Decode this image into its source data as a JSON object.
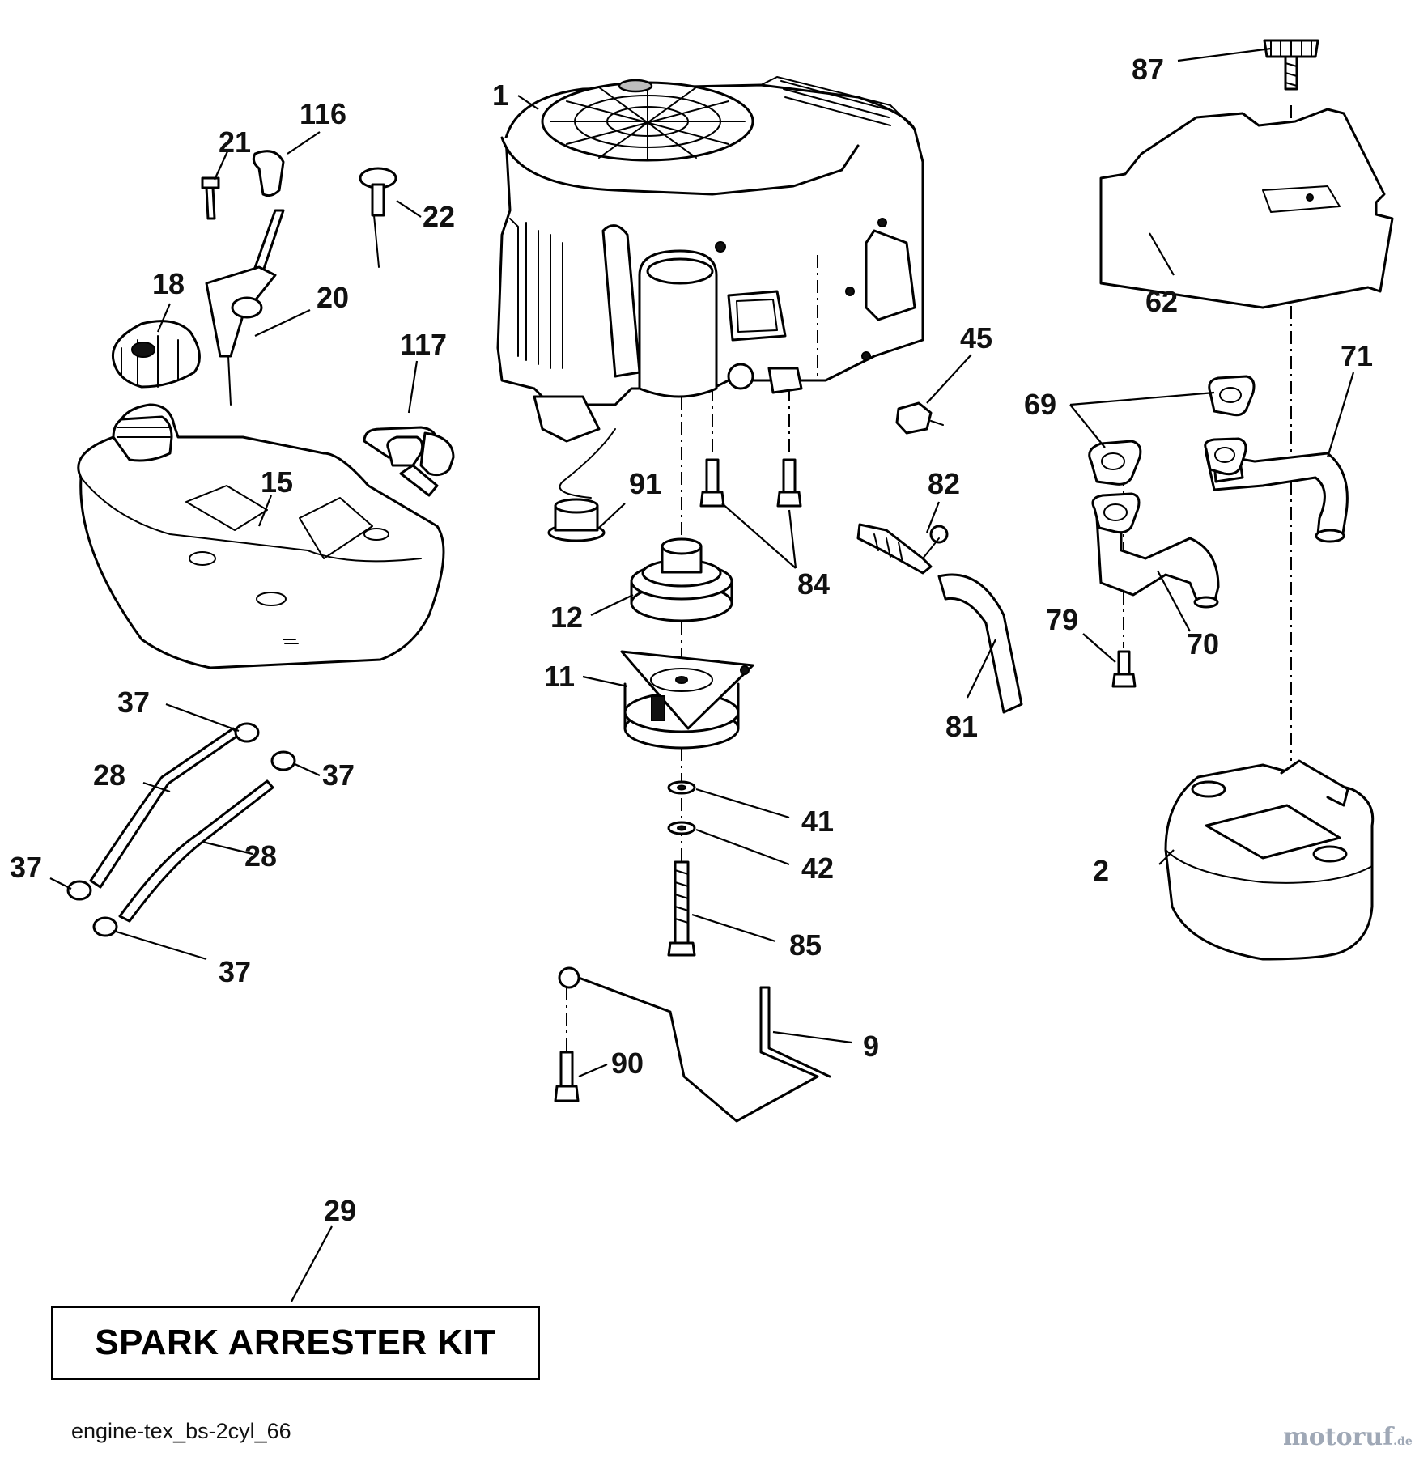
{
  "diagram": {
    "callouts": [
      {
        "id": "c1",
        "label": "1"
      },
      {
        "id": "c116",
        "label": "116"
      },
      {
        "id": "c21",
        "label": "21"
      },
      {
        "id": "c22",
        "label": "22"
      },
      {
        "id": "c18",
        "label": "18"
      },
      {
        "id": "c20",
        "label": "20"
      },
      {
        "id": "c117",
        "label": "117"
      },
      {
        "id": "c15",
        "label": "15"
      },
      {
        "id": "c91",
        "label": "91"
      },
      {
        "id": "c84",
        "label": "84"
      },
      {
        "id": "c12",
        "label": "12"
      },
      {
        "id": "c11",
        "label": "11"
      },
      {
        "id": "c41",
        "label": "41"
      },
      {
        "id": "c42",
        "label": "42"
      },
      {
        "id": "c85",
        "label": "85"
      },
      {
        "id": "c9",
        "label": "9"
      },
      {
        "id": "c90",
        "label": "90"
      },
      {
        "id": "c45",
        "label": "45"
      },
      {
        "id": "c82",
        "label": "82"
      },
      {
        "id": "c81",
        "label": "81"
      },
      {
        "id": "c87",
        "label": "87"
      },
      {
        "id": "c62",
        "label": "62"
      },
      {
        "id": "c71",
        "label": "71"
      },
      {
        "id": "c69",
        "label": "69"
      },
      {
        "id": "c79",
        "label": "79"
      },
      {
        "id": "c70",
        "label": "70"
      },
      {
        "id": "c2",
        "label": "2"
      },
      {
        "id": "c37a",
        "label": "37"
      },
      {
        "id": "c37b",
        "label": "37"
      },
      {
        "id": "c37c",
        "label": "37"
      },
      {
        "id": "c37d",
        "label": "37"
      },
      {
        "id": "c28a",
        "label": "28"
      },
      {
        "id": "c28b",
        "label": "28"
      },
      {
        "id": "c29",
        "label": "29"
      }
    ],
    "kit_label": "SPARK ARRESTER KIT",
    "diagram_code": "engine-tex_bs-2cyl_66",
    "watermark": "motoruf",
    "watermark_suffix": ".de"
  }
}
